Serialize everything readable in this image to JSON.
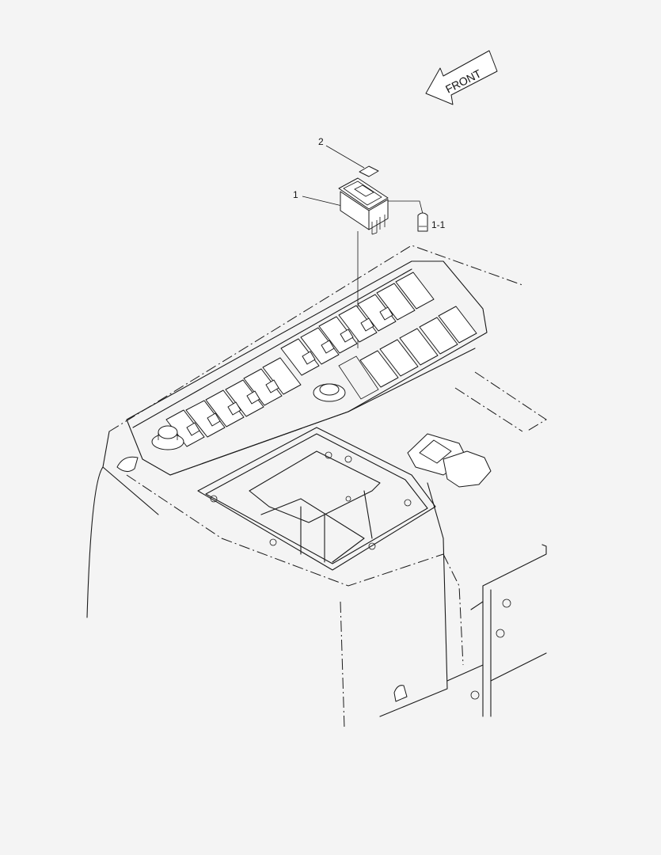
{
  "direction_arrow": {
    "label": "FRONT"
  },
  "callouts": [
    {
      "id": "2",
      "label": "2"
    },
    {
      "id": "1",
      "label": "1"
    },
    {
      "id": "1-1",
      "label": "1-1"
    }
  ]
}
